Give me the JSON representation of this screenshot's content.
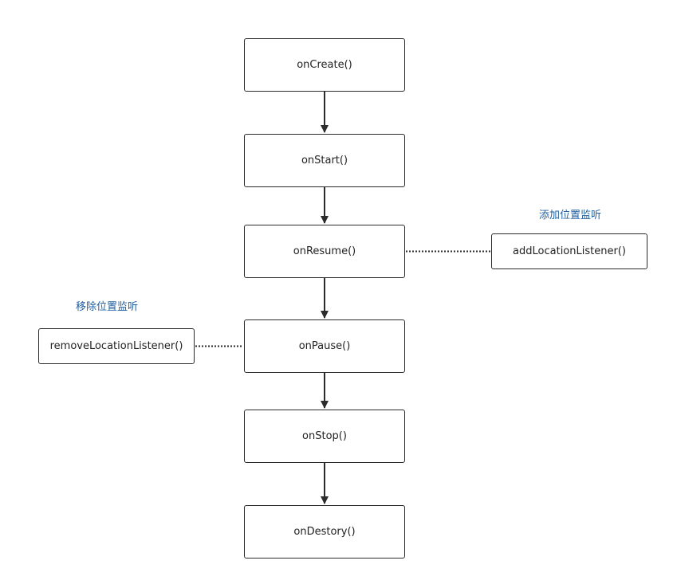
{
  "nodes": {
    "on_create": "onCreate()",
    "on_start": "onStart()",
    "on_resume": "onResume()",
    "on_pause": "onPause()",
    "on_stop": "onStop()",
    "on_destory": "onDestory()",
    "add_listener": "addLocationListener()",
    "remove_listener": "removeLocationListener()"
  },
  "notes": {
    "add": "添加位置监听",
    "remove": "移除位置监听"
  },
  "colors": {
    "line": "#2b2b2b",
    "note_text": "#1f5fa0"
  }
}
